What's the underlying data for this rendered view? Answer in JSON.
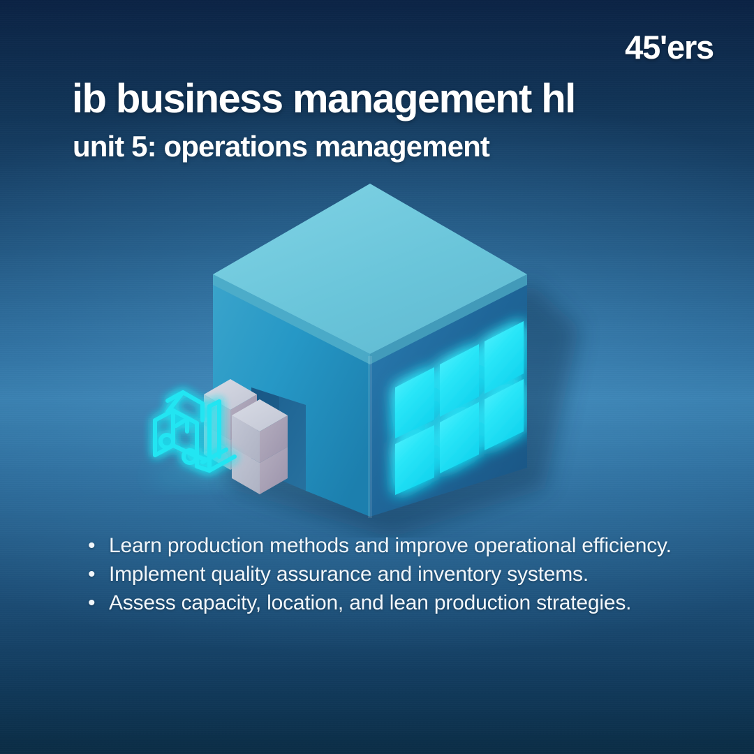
{
  "brand": {
    "logo": "45'ers"
  },
  "header": {
    "title": "ib business management hl",
    "subtitle": "unit 5: operations management"
  },
  "illustration": {
    "name": "isometric-factory-warehouse",
    "elements": [
      "warehouse-building",
      "glowing-window-grid",
      "loading-bay-entrance",
      "neon-forklift",
      "stacked-crates"
    ],
    "window_grid": {
      "columns": 3,
      "rows": 2
    },
    "colors": {
      "roof": "#6dc7dd",
      "left_face": "#2196c4",
      "right_face": "#1e6394",
      "window_glow": "#2ee8f8",
      "forklift_neon": "#23e5f2",
      "crate_light": "#c9ccd8",
      "crate_shadow": "#a9a6bc"
    }
  },
  "bullets": [
    {
      "marker": "•",
      "text": "Learn production methods and improve operational efficiency."
    },
    {
      "marker": "•",
      "text": "Implement quality assurance and inventory systems."
    },
    {
      "marker": "•",
      "text": "Assess capacity, location, and lean production strategies."
    }
  ],
  "theme": {
    "background_top": "#0b2244",
    "background_mid": "#3b80ae",
    "background_bottom": "#0a2c44",
    "text_color": "#ffffff",
    "accent_cyan": "#2ee8f8"
  }
}
